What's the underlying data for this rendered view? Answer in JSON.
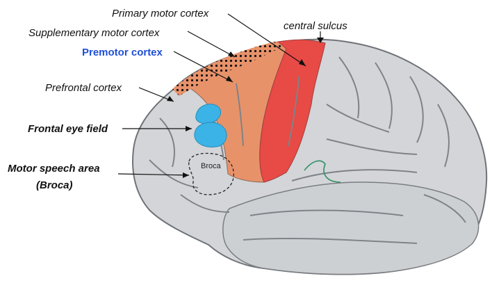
{
  "labels": {
    "primary_motor": "Primary motor cortex",
    "supplementary_motor": "Supplementary motor cortex",
    "premotor": "Premotor cortex",
    "prefrontal": "Prefrontal cortex",
    "central_sulcus": "central sulcus",
    "frontal_eye_field": "Frontal eye field",
    "motor_speech_line1": "Motor speech area",
    "motor_speech_line2": "(Broca)",
    "broca_inset": "Broca"
  },
  "colors": {
    "premotor_fill": "#e8926a",
    "primary_motor_fill": "#e84a45",
    "frontal_eye_fill": "#3bb3e6",
    "premotor_label": "#1f4fd6",
    "brain_fill": "#d3d5d8",
    "sulcus_line": "#7f8387",
    "fissure_green": "#2f8f63"
  }
}
